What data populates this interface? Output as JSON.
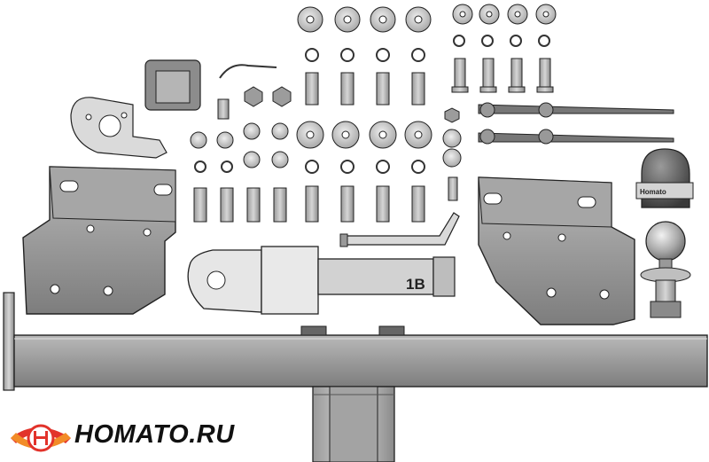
{
  "brand": {
    "name": "HOMATO.RU",
    "colors": {
      "accent_red": "#e2332b",
      "accent_orange": "#f28c28",
      "metal": "#8f8f8f",
      "metal_light": "#c4c4c4",
      "outline": "#222222"
    }
  },
  "parts": {
    "shank_marking": "1B",
    "ball_marking": "Homato"
  }
}
